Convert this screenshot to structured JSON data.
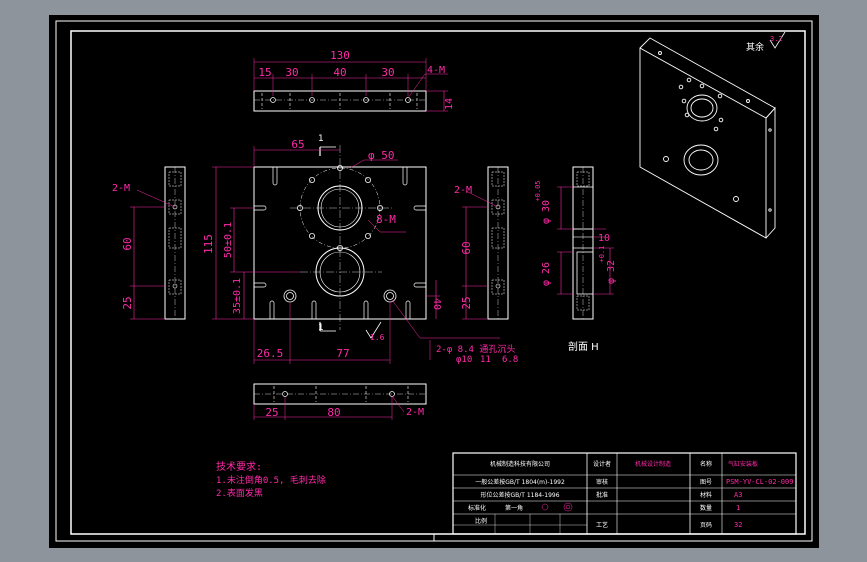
{
  "drawing": {
    "roughness_symbol": "其余",
    "roughness_value": "3.2",
    "section_label": "剖面 H"
  },
  "dims": {
    "top_overall": "130",
    "top_15": "15",
    "top_30a": "30",
    "top_40": "40",
    "top_30b": "30",
    "top_4m": "4-M",
    "top_14": "14",
    "front_65": "65",
    "front_phi50": "φ 50",
    "front_8m": "8-M",
    "front_115": "115",
    "front_50tol": "50±0.1",
    "front_35tol": "35±0.1",
    "front_40": "40",
    "front_26_5": "26.5",
    "front_77": "77",
    "front_1_top": "1",
    "front_1_bot": "1",
    "front_1_6": "1.6",
    "hole_note": "2-φ 8.4 通孔沉头",
    "hole_phi10": "φ10",
    "hole_11": "11",
    "hole_6_8": "6.8",
    "left_2m": "2-M",
    "left_60": "60",
    "left_25": "25",
    "right_2m": "2-M",
    "right_60": "60",
    "right_25": "25",
    "sec_phi30": "φ 30",
    "sec_tol30": "+0.05",
    "sec_10": "10",
    "sec_phi26": "φ 26",
    "sec_phi32": "φ 32",
    "sec_tol32": "+0.1",
    "bottom_25": "25",
    "bottom_80": "80",
    "bottom_2m": "2-M"
  },
  "notes": {
    "title": "技术要求:",
    "line1": "1.未注倒角0.5, 毛刺去除",
    "line2": "2.表面发黑"
  },
  "title_block": {
    "company": "机械制造科技有限公司",
    "std1": "一般公差按GB/T 1804(m)-1992",
    "std2": "形位公差按GB/T 1184-1996",
    "designer_label": "设计者",
    "designer_value": "机械设计制造",
    "check_label": "审核",
    "approve_label": "批准",
    "standard_label": "标准化",
    "sheet_label": "第一角",
    "scale_label": "比例",
    "name_label": "名称",
    "name_value": "气缸安装板",
    "code_label": "图号",
    "code_value": "PSM-YV-CL-02-009",
    "material_label": "材料",
    "material_value": "A3",
    "qty_label": "数量",
    "qty_value": "1",
    "page_label": "页码",
    "page_value": "32",
    "craft_label": "工艺"
  }
}
